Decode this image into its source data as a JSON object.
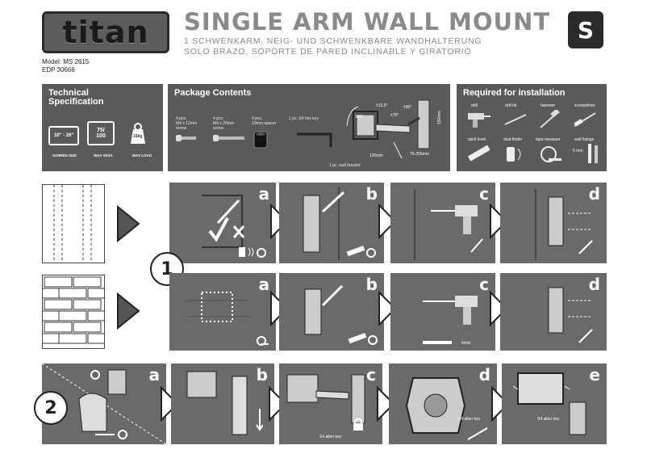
{
  "header": {
    "logo": "titan",
    "title": "SINGLE ARM WALL MOUNT",
    "subtitle_de": "1 SCHWENKARM, NEIG- UND SCHWENKBARE WANDHALTERUNG",
    "subtitle_es": "SOLO BRAZO, SOPORTE DE PARED INCLINABLE Y GIRATORIO",
    "badge": "S",
    "model": "Model: MS 2615",
    "edp": "EDP 30666"
  },
  "tech_spec": {
    "title": "Technical\nSpecification",
    "screen_value": "10\" - 26\"",
    "screen_label": "SCREEN SIZE",
    "vesa_value": "75/\n100",
    "vesa_label": "MAX VESA",
    "load_value": "15kg",
    "load_label": "MAX LOAD"
  },
  "package": {
    "title": "Package Contents",
    "item1": "4 pcs.\nM4 x 12mm\nscrew",
    "item2": "4 pcs.\nM4 x 20mm\nscrew",
    "item3": "4 pcs.\n10mm spacer",
    "item4": "1 pc. S4 hex key",
    "bracket": "1 pc. wall bracket",
    "angle1": "±13.6°",
    "angle2": "±90°",
    "angle3": "360°",
    "angle4": "±75°",
    "dim1": "150mm",
    "dim2": "120mm",
    "dim3": "75-255mm"
  },
  "required": {
    "title": "Required for installation",
    "tools": [
      "drill",
      "drill bit",
      "hammer",
      "screwdriver",
      "spirit level",
      "stud finder",
      "tape measure",
      "wall fixings"
    ],
    "fix_size": "5 mm"
  },
  "steps": {
    "circle1": "1",
    "circle2": "2",
    "letters": [
      "a",
      "b",
      "c",
      "d",
      "e"
    ],
    "drill_size": "6mm",
    "allen_key": "S4 allen key"
  }
}
